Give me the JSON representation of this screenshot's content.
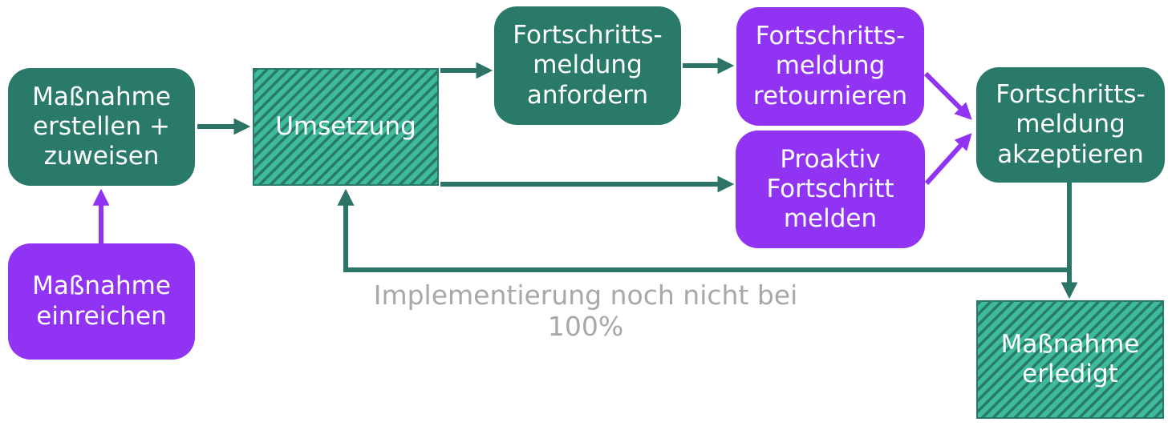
{
  "colors": {
    "teal": "#2a7a69",
    "hatch_light": "#3ebb9a",
    "purple": "#9133f2",
    "arrow_teal": "#2b7466",
    "annotation_gray": "#a8a8a8",
    "label_white": "#ffffff",
    "background": "#ffffff"
  },
  "flowchart": {
    "nodes": [
      {
        "id": "massnahme-erstellen-zuweisen",
        "label": "Maßnahme\nerstellen +\nzuweisen"
      },
      {
        "id": "massnahme-einreichen",
        "label": "Maßnahme\neinreichen"
      },
      {
        "id": "umsetzung",
        "label": "Umsetzung"
      },
      {
        "id": "fortschrittsmeldung-anfordern",
        "label": "Fortschritts-\nmeldung\nanfordern"
      },
      {
        "id": "fortschrittsmeldung-retournieren",
        "label": "Fortschritts-\nmeldung\nretournieren"
      },
      {
        "id": "proaktiv-fortschritt-melden",
        "label": "Proaktiv\nFortschritt\nmelden"
      },
      {
        "id": "fortschrittsmeldung-akzeptieren",
        "label": "Fortschritts-\nmeldung\nakzeptieren"
      },
      {
        "id": "massnahme-erledigt",
        "label": "Maßnahme\nerledigt"
      }
    ],
    "annotation": "Implementierung noch nicht bei 100%"
  }
}
